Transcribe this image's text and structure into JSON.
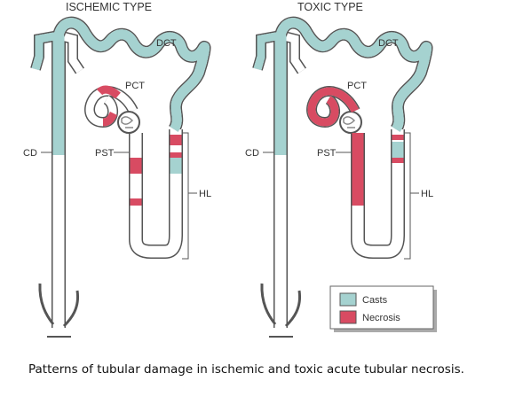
{
  "panels": [
    {
      "title": "ISCHEMIC TYPE",
      "labels": {
        "cd": "CD",
        "pst": "PST",
        "pct": "PCT",
        "dct": "DCT",
        "hl": "HL"
      }
    },
    {
      "title": "TOXIC TYPE",
      "labels": {
        "cd": "CD",
        "pst": "PST",
        "pct": "PCT",
        "dct": "DCT",
        "hl": "HL"
      }
    }
  ],
  "legend": {
    "items": [
      {
        "label": "Casts",
        "color": "#a5d2d0"
      },
      {
        "label": "Necrosis",
        "color": "#d84b62"
      }
    ]
  },
  "colors": {
    "cast": "#a5d2d0",
    "necrosis": "#d84b62",
    "outline": "#555555"
  },
  "caption": "Patterns of tubular damage in ischemic and toxic acute tubular necrosis."
}
